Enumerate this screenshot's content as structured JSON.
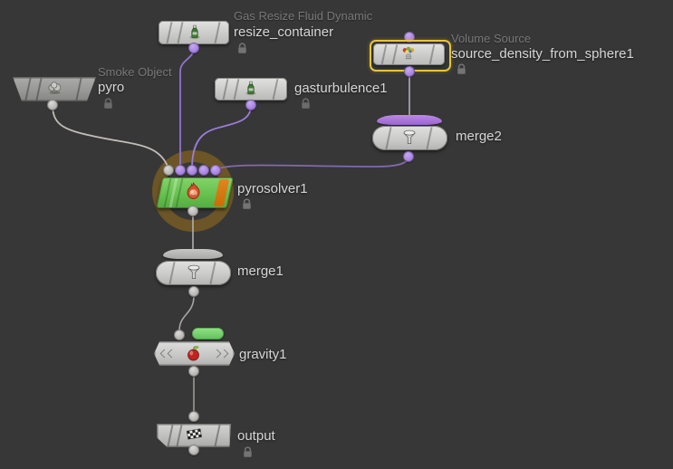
{
  "editor": {
    "app": "Houdini Network Editor",
    "view": "DOP network",
    "background": "#373737"
  },
  "nodes": [
    {
      "name": "resize_container",
      "comment": "Gas Resize Fluid Dynamic",
      "icon": "microsolver-bottle",
      "badges": [
        "lock"
      ],
      "selected": false
    },
    {
      "name": "source_density_from_sphere1",
      "comment": "Volume Source",
      "icon": "volume-source",
      "badges": [
        "lock"
      ],
      "selected": true
    },
    {
      "name": "pyro",
      "comment": "Smoke Object",
      "icon": "smoke-object",
      "badges": [
        "lock"
      ],
      "selected": false
    },
    {
      "name": "gasturbulence1",
      "comment": "",
      "icon": "microsolver-bottle",
      "badges": [
        "lock"
      ],
      "selected": false
    },
    {
      "name": "merge2",
      "comment": "",
      "icon": "merge-funnel",
      "badges": [],
      "selected": false
    },
    {
      "name": "pyrosolver1",
      "comment": "",
      "icon": "fire",
      "badges": [
        "lock"
      ],
      "selected": false,
      "highlight_ring": true
    },
    {
      "name": "merge1",
      "comment": "",
      "icon": "merge-funnel",
      "badges": [],
      "selected": false
    },
    {
      "name": "gravity1",
      "comment": "",
      "icon": "apple",
      "badges": [],
      "selected": false,
      "green_flag": true
    },
    {
      "name": "output",
      "comment": "",
      "icon": "checkered-flag",
      "badges": [
        "lock"
      ],
      "selected": false
    }
  ],
  "connections": [
    {
      "from": "pyro",
      "to": "pyrosolver1",
      "to_input": 1
    },
    {
      "from": "resize_container",
      "to": "pyrosolver1",
      "to_input": 2
    },
    {
      "from": "gasturbulence1",
      "to": "pyrosolver1",
      "to_input": 3
    },
    {
      "from": "source_density_from_sphere1",
      "to": "merge2",
      "to_input": 1
    },
    {
      "from": "merge2",
      "to": "pyrosolver1",
      "to_input": 5
    },
    {
      "from": "pyrosolver1",
      "to": "merge1",
      "to_input": 1
    },
    {
      "from": "merge1",
      "to": "gravity1",
      "to_input": 1
    },
    {
      "from": "gravity1",
      "to": "output",
      "to_input": 1
    }
  ],
  "colors": {
    "selection_outline": "#e7c53b",
    "solver_green": "#64bf4d",
    "solver_orange_bar": "#cf7410",
    "highlight_ring": "#6f5625",
    "wire_purple": "#9a7cd9",
    "wire_gray": "#b3b1ad",
    "dot_purple": "#a37de0",
    "dot_gray": "#b3b1ad",
    "merge_bar_purple": "#a873d9",
    "flag_green": "#6fc966",
    "node_gray": "#cbcbc9",
    "name_text": "#d6d6d6",
    "comment_text": "#787878"
  }
}
